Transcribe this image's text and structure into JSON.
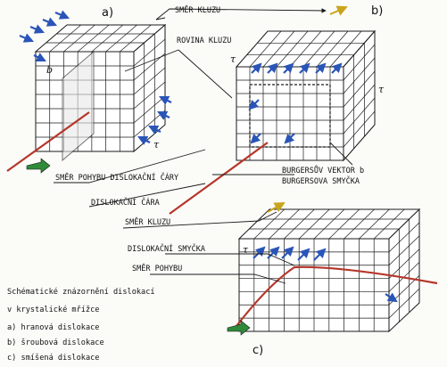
{
  "panels": {
    "a": "a)",
    "b": "b)",
    "c": "c)"
  },
  "labels": {
    "slip_direction_top": "SMĚR  KLUZU",
    "slip_plane": "ROVINA KLUZU",
    "dislocation_line_motion": "SMĚR POHYBU DISLOKAČNÍ ČÁRY",
    "dislocation_line": "DISLOKAČNÍ ČÁRA",
    "burgers_vector": "BURGERSŮV VEKTOR b",
    "burgers_loop": "BURGERSOVA SMYČKA",
    "slip_direction_c": "SMĚR  KLUZU",
    "dislocation_loop": "DISLOKAČNÍ SMYČKA",
    "motion_direction": "SMĚR POHYBU"
  },
  "symbols": {
    "b_vector": "b",
    "tau": "τ"
  },
  "legend": {
    "title_line1": "Schématické znázornění dislokací",
    "title_line2": "v krystalické mřížce",
    "items": [
      "a) hranová dislokace",
      "b) šroubová dislokace",
      "c) smíšená dislokace"
    ]
  },
  "colors": {
    "ink": "#1a1a1a",
    "dislocation": "#b5362a",
    "shear_arrow": "#2a55b8",
    "motion_arrow": "#2f8a3a",
    "slip_arrow": "#c9a51c"
  }
}
